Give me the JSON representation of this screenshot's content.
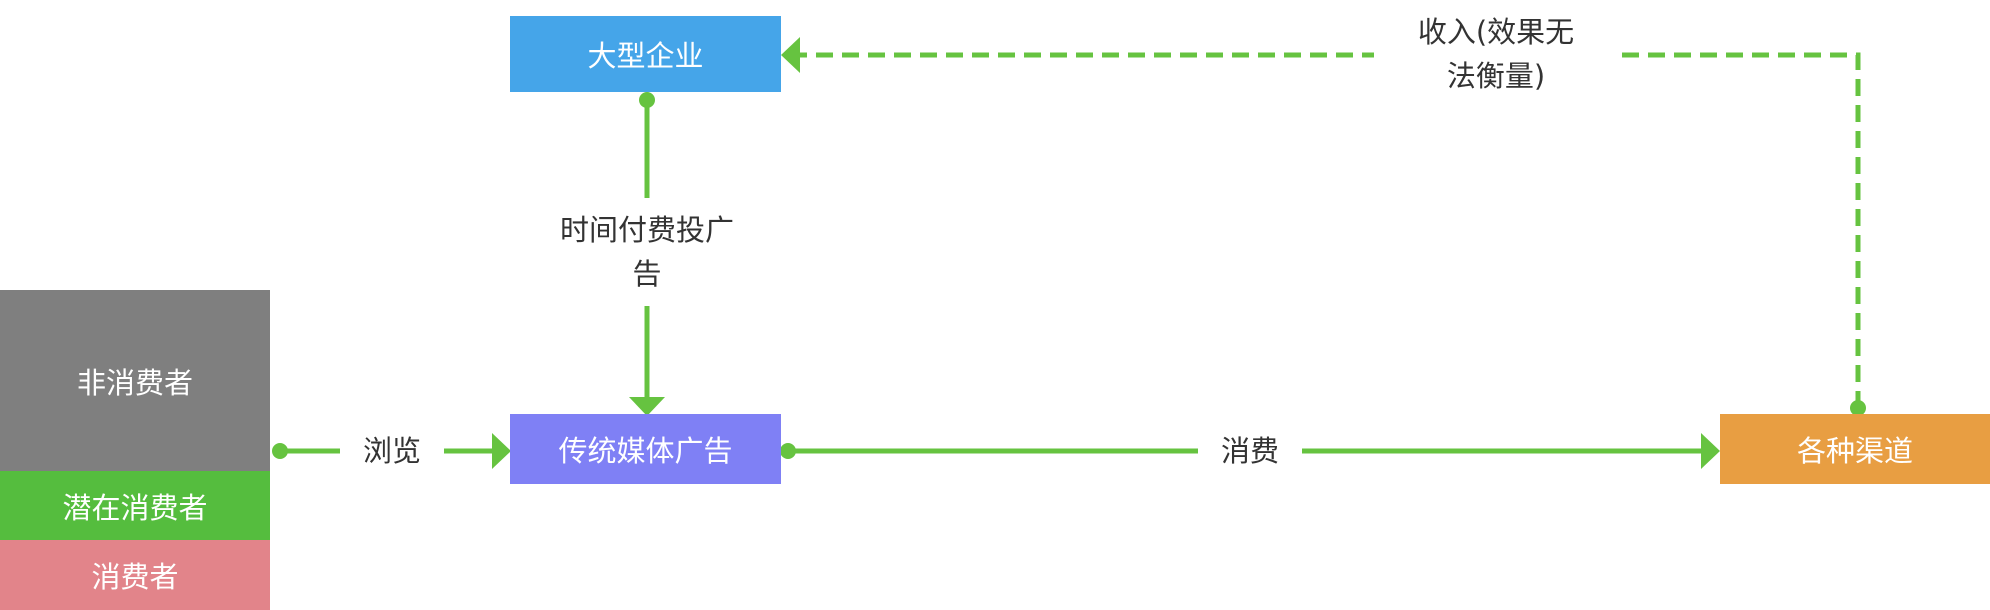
{
  "colors": {
    "enterprise": "#45a5e9",
    "traditional_media": "#7f80f5",
    "channels": "#e89e42",
    "non_consumer": "#7f7f7f",
    "potential_consumer": "#55bd3e",
    "consumer": "#e2848a",
    "edge": "#66c340",
    "label_text": "#333333"
  },
  "nodes": {
    "enterprise": "大型企业",
    "traditional_media": "传统媒体广告",
    "channels": "各种渠道",
    "non_consumer": "非消费者",
    "potential_consumer": "潜在消费者",
    "consumer": "消费者"
  },
  "edges": {
    "browse": "浏览",
    "consume": "消费",
    "time_paid_ads": {
      "line1": "时间付费投广",
      "line2": "告"
    },
    "revenue": {
      "line1": "收入(效果无",
      "line2": "法衡量)"
    }
  }
}
